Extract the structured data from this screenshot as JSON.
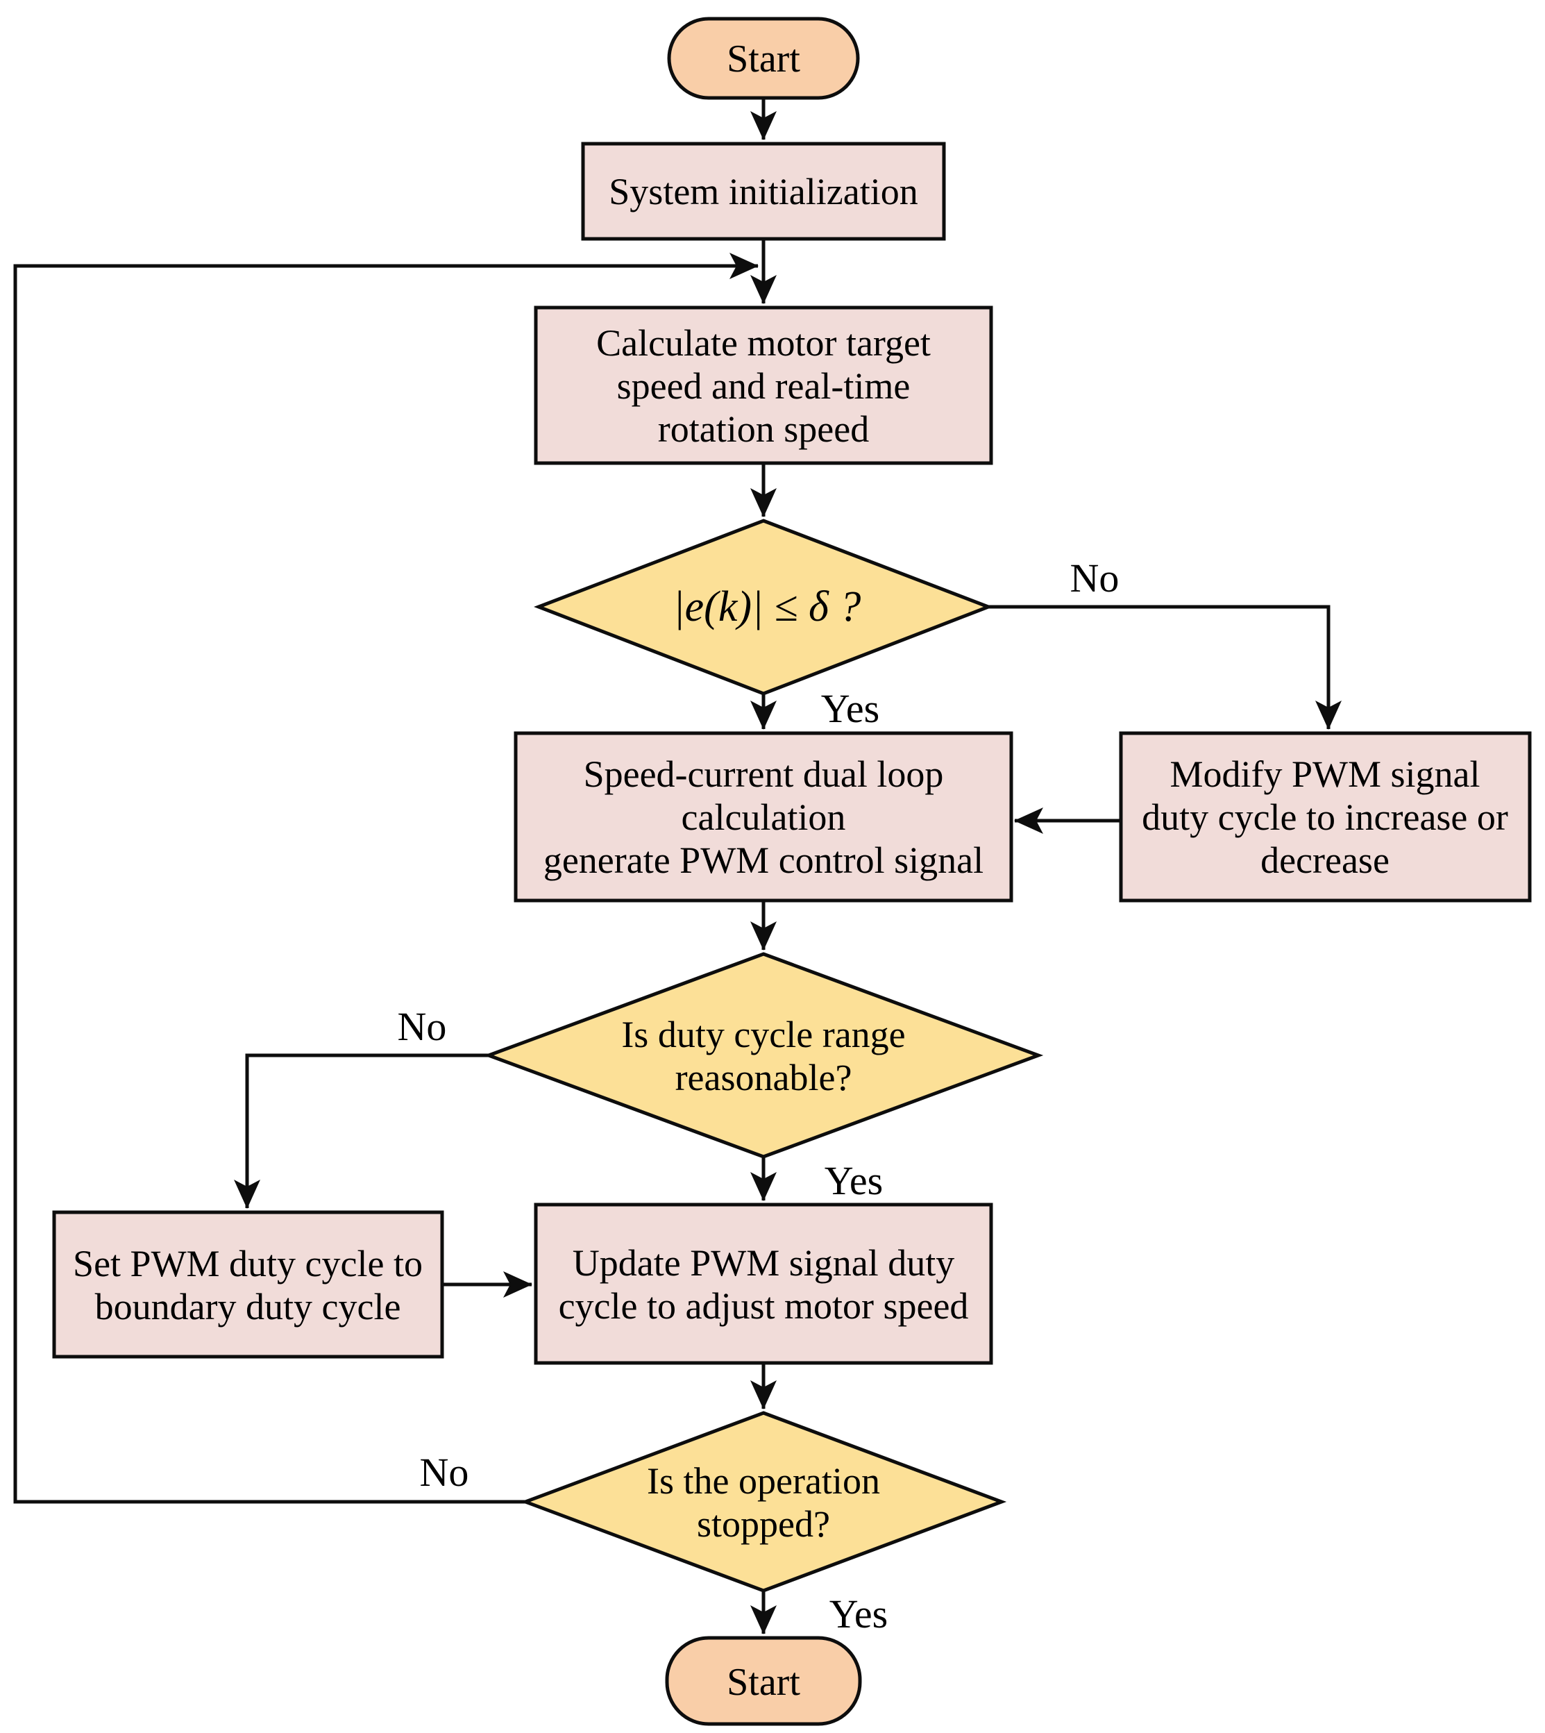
{
  "figure": {
    "type": "flowchart",
    "background": "#ffffff",
    "colors": {
      "terminator_fill": "#F9CEA8",
      "process_fill": "#F1DCD9",
      "decision_fill": "#FCE097",
      "stroke": "#0d0d0d",
      "text": "#000000"
    },
    "nodes": {
      "start_top": {
        "shape": "terminator",
        "label": "Start"
      },
      "system_init": {
        "shape": "process",
        "label": "System initialization"
      },
      "calc_speed": {
        "shape": "process",
        "lines": [
          "Calculate motor target",
          "speed and real-time",
          "rotation speed"
        ]
      },
      "error_check": {
        "shape": "decision",
        "label": "|e(k)| ≤ δ ?"
      },
      "dual_loop": {
        "shape": "process",
        "lines": [
          "Speed-current dual loop",
          "calculation",
          "generate PWM control signal"
        ]
      },
      "modify_pwm": {
        "shape": "process",
        "lines": [
          "Modify PWM signal",
          "duty cycle to increase or",
          "decrease"
        ]
      },
      "duty_check": {
        "shape": "decision",
        "lines": [
          "Is duty cycle range",
          "reasonable?"
        ]
      },
      "set_boundary": {
        "shape": "process",
        "lines": [
          "Set PWM duty cycle to",
          "boundary duty cycle"
        ]
      },
      "update_pwm": {
        "shape": "process",
        "lines": [
          "Update PWM signal duty",
          "cycle to adjust motor speed"
        ]
      },
      "stop_check": {
        "shape": "decision",
        "lines": [
          "Is the operation",
          "stopped?"
        ]
      },
      "end_terminator": {
        "shape": "terminator",
        "label": "Start"
      }
    },
    "edge_labels": {
      "error_no": "No",
      "error_yes": "Yes",
      "duty_no": "No",
      "duty_yes": "Yes",
      "stop_no": "No",
      "stop_yes": "Yes"
    }
  }
}
